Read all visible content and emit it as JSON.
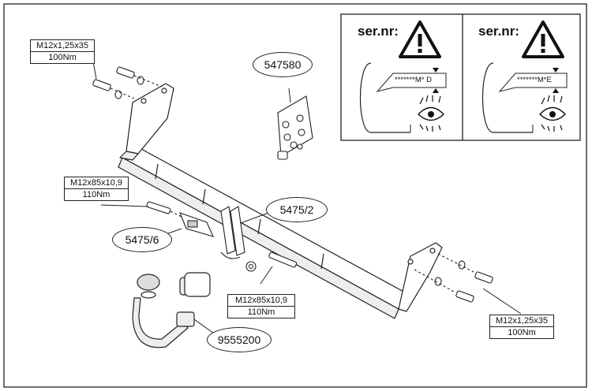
{
  "part_labels": {
    "electrical_kit": "547580",
    "bracket": "5475/2",
    "side_plate": "5475/6",
    "ball_neck": "9555200"
  },
  "bolt_specs": {
    "top_left": {
      "size": "M12x1,25x35",
      "torque": "100Nm"
    },
    "middle_left": {
      "size": "M12x85x10,9",
      "torque": "110Nm"
    },
    "center": {
      "size": "M12x85x10,9",
      "torque": "110Nm"
    },
    "bottom_right": {
      "size": "M12x1,25x35",
      "torque": "100Nm"
    }
  },
  "serial_panels": [
    {
      "heading": "ser.nr:",
      "code": "*******M* D",
      "icon": "warning-triangle-icon"
    },
    {
      "heading": "ser.nr:",
      "code": "*******M*E",
      "icon": "warning-triangle-icon"
    }
  ]
}
